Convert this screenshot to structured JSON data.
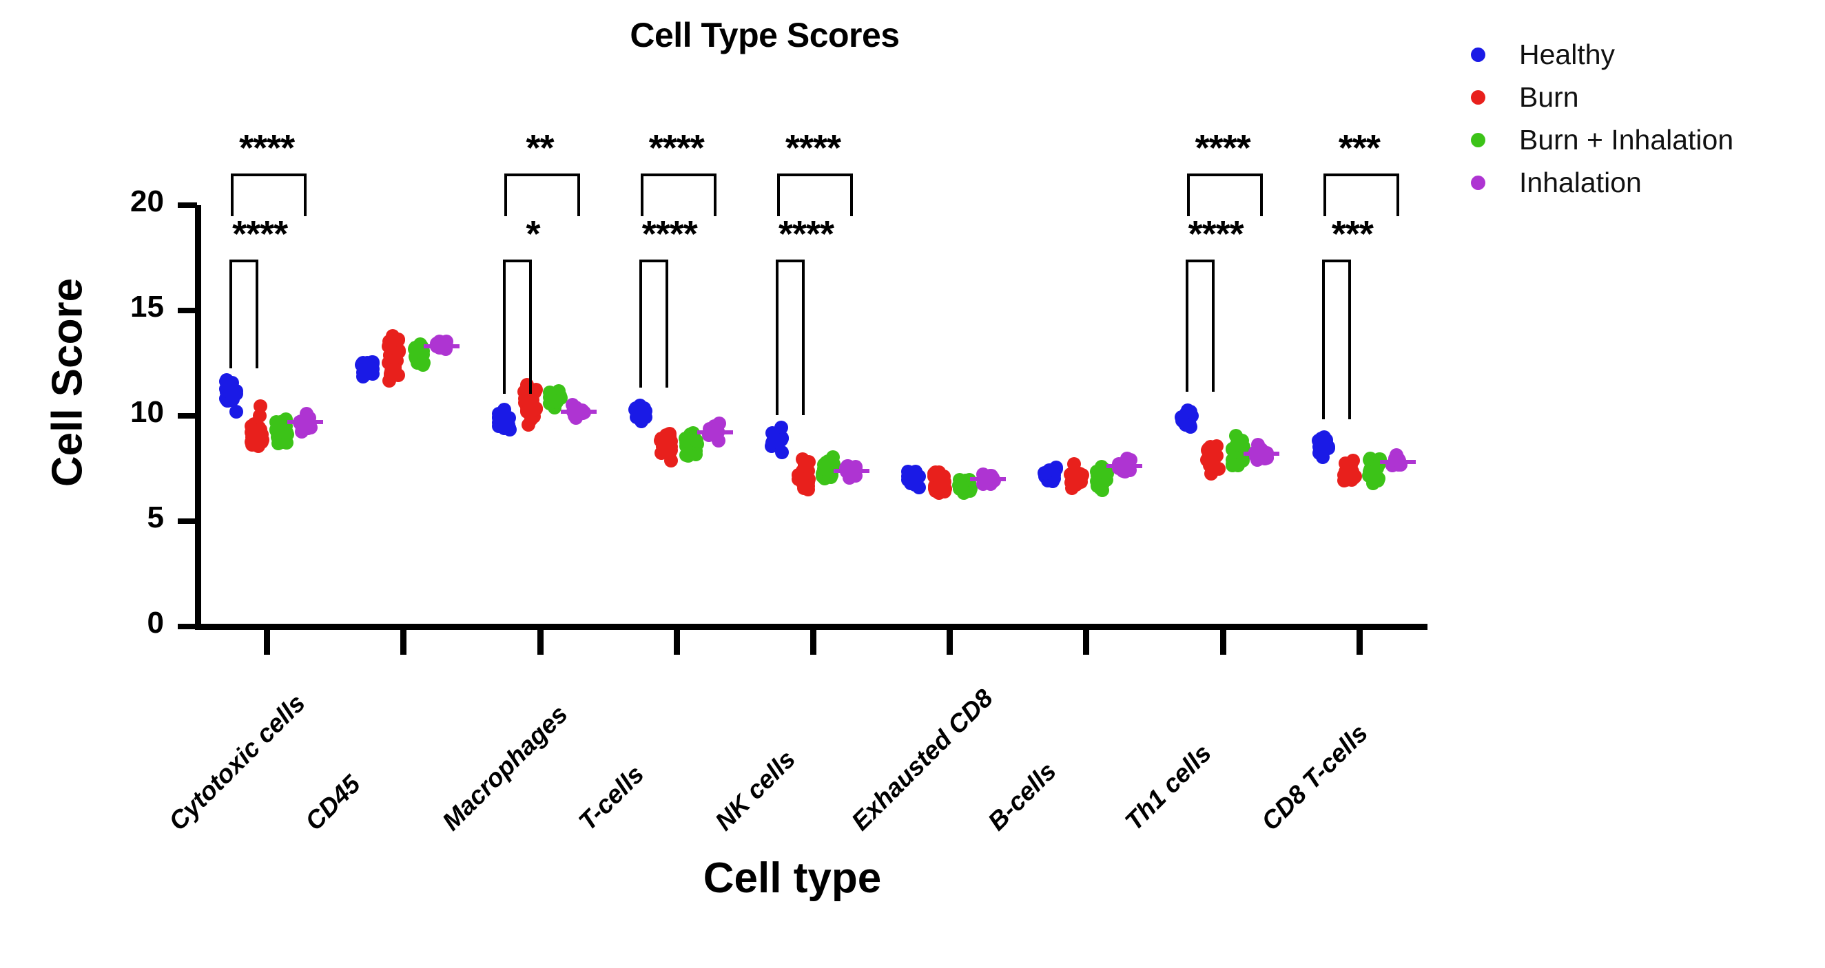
{
  "chart_data": {
    "type": "scatter",
    "title": "Cell Type Scores",
    "xlabel": "Cell type",
    "ylabel": "Cell Score",
    "ylim": [
      0,
      20
    ],
    "yticks": [
      0,
      5,
      10,
      15,
      20
    ],
    "grid": false,
    "legend_position": "right",
    "categories": [
      "Cytotoxic cells",
      "CD45",
      "Macrophages",
      "T-cells",
      "NK cells",
      "Exhausted CD8",
      "B-cells",
      "Th1 cells",
      "CD8 T-cells"
    ],
    "series": [
      {
        "name": "Healthy",
        "color": "#1A1AE6",
        "values": [
          11.0,
          12.2,
          9.8,
          10.1,
          8.8,
          7.0,
          7.2,
          9.9,
          8.6
        ]
      },
      {
        "name": "Burn",
        "color": "#E8201C",
        "values": [
          9.4,
          12.7,
          10.6,
          8.6,
          7.1,
          6.8,
          7.1,
          7.9,
          7.3
        ]
      },
      {
        "name": "Burn + Inhalation",
        "color": "#3CC318",
        "values": [
          9.3,
          13.0,
          10.8,
          8.7,
          7.5,
          6.7,
          7.2,
          8.2,
          7.5
        ]
      },
      {
        "name": "Inhalation",
        "color": "#AE34D2",
        "values": [
          9.7,
          13.3,
          10.2,
          9.2,
          7.4,
          7.0,
          7.6,
          8.2,
          7.8
        ]
      }
    ],
    "significance": [
      {
        "category": "Cytotoxic cells",
        "upper": "****",
        "lower": "****"
      },
      {
        "category": "CD45",
        "upper": "",
        "lower": ""
      },
      {
        "category": "Macrophages",
        "upper": "**",
        "lower": "*"
      },
      {
        "category": "T-cells",
        "upper": "****",
        "lower": "****"
      },
      {
        "category": "NK cells",
        "upper": "****",
        "lower": "****"
      },
      {
        "category": "Exhausted CD8",
        "upper": "",
        "lower": ""
      },
      {
        "category": "B-cells",
        "upper": "",
        "lower": ""
      },
      {
        "category": "Th1 cells",
        "upper": "****",
        "lower": "****"
      },
      {
        "category": "CD8 T-cells",
        "upper": "***",
        "lower": "***"
      }
    ]
  },
  "legend": {
    "items": [
      {
        "label": "Healthy",
        "color": "#1A1AE6"
      },
      {
        "label": "Burn",
        "color": "#E8201C"
      },
      {
        "label": "Burn + Inhalation",
        "color": "#3CC318"
      },
      {
        "label": "Inhalation",
        "color": "#AE34D2"
      }
    ]
  }
}
